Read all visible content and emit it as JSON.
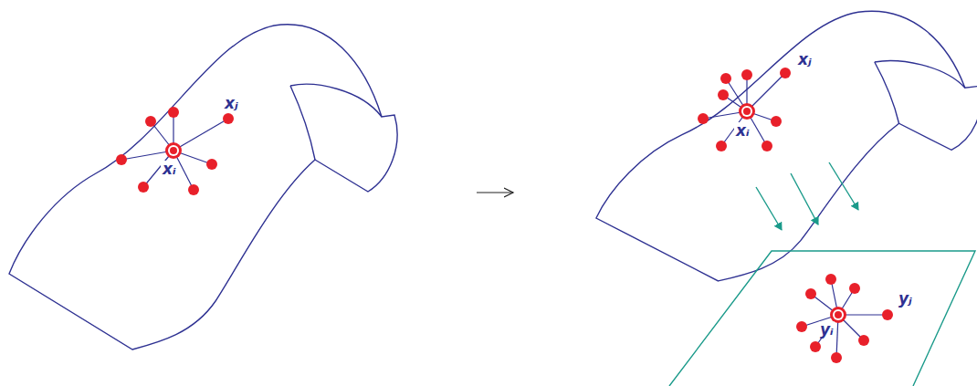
{
  "diagram": {
    "labels": [
      "xⱼ",
      "xᵢ",
      "xⱼ",
      "xᵢ",
      "yⱼ",
      "yᵢ"
    ]
  }
}
